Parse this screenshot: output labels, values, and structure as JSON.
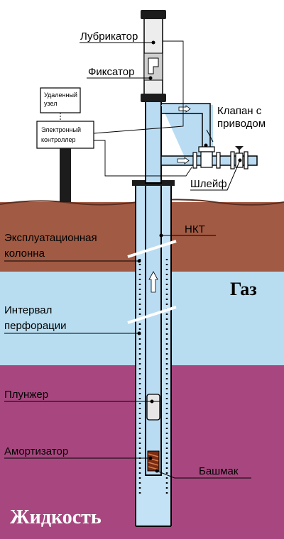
{
  "labels": {
    "lubricator": "Лубрикатор",
    "fixator": "Фиксатор",
    "remote_node_line1": "Удаленный",
    "remote_node_line2": "узел",
    "controller_line1": "Электронный",
    "controller_line2": "контроллер",
    "valve_line1": "Клапан с",
    "valve_line2": "приводом",
    "flowline": "Шлейф",
    "tubing": "НКТ",
    "casing_line1": "Эксплуатационная",
    "casing_line2": "колонна",
    "gas": "Газ",
    "perforation_line1": "Интервал",
    "perforation_line2": "перфорации",
    "plunger": "Плунжер",
    "shock_absorber": "Амортизатор",
    "shoe": "Башмак",
    "liquid": "Жидкость"
  },
  "colors": {
    "earth": "#a15a43",
    "gas_zone": "#b8ddf0",
    "liquid_zone": "#a8477f",
    "pipe_fill": "#b9dcf3",
    "casing_fill": "#c4e2f5",
    "cap_dark": "#1c1c1c",
    "lubricator_body": "#ededed",
    "spring": "#7a2c14"
  }
}
